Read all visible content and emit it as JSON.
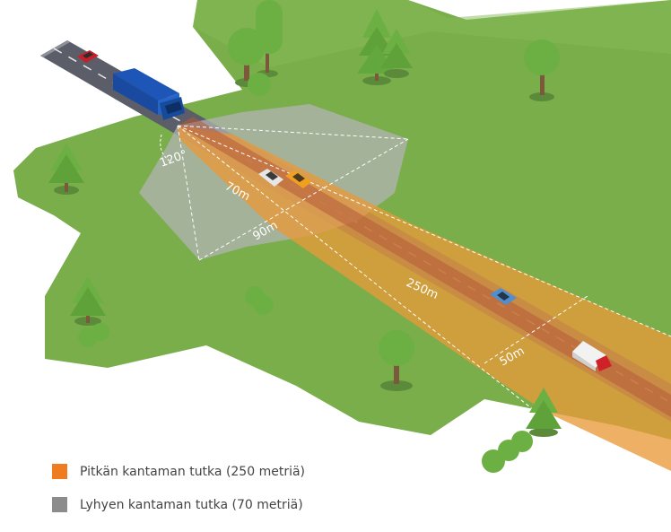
{
  "labels": {
    "angle": "120°",
    "short_range": "70m",
    "wide_range": "90m",
    "long_range": "250m",
    "long_width": "50m"
  },
  "legend": [
    {
      "label": "Pitkän kantaman tutka (250 metriä)",
      "color": "#f07c22"
    },
    {
      "label": "Lyhyen kantaman tutka (70 metriä)",
      "color": "#8c8c8c"
    }
  ],
  "colors": {
    "grass": "#7ab04a",
    "road": "#5a5d66",
    "long_radar": "#e89a3a",
    "short_radar": "#a8a8a8"
  }
}
